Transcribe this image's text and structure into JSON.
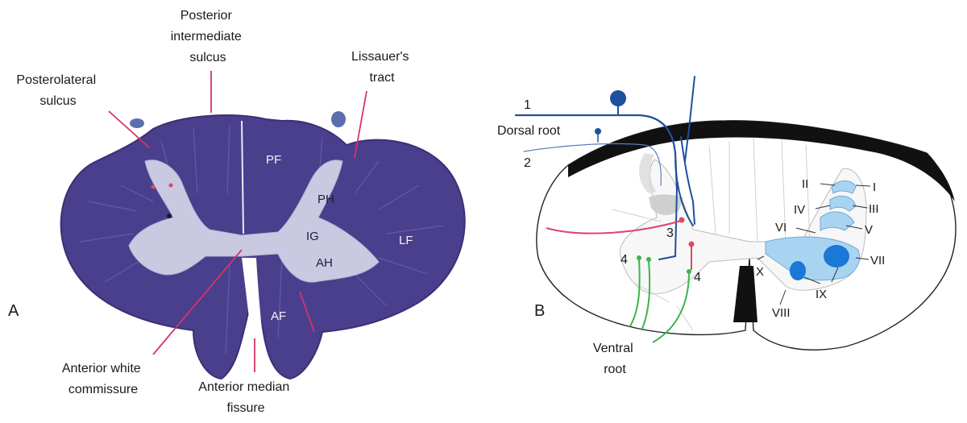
{
  "panel_a": {
    "letter": "A",
    "labels": {
      "posterolateral_sulcus": [
        "Posterolateral",
        "sulcus"
      ],
      "posterior_intermediate_sulcus": [
        "Posterior",
        "intermediate",
        "sulcus"
      ],
      "lissauers_tract": [
        "Lissauer's",
        "tract"
      ],
      "anterior_white_commissure": [
        "Anterior white",
        "commissure"
      ],
      "anterior_median_fissure": [
        "Anterior median",
        "fissure"
      ]
    },
    "regions": {
      "pf": "PF",
      "ph": "PH",
      "ig": "IG",
      "ah": "AH",
      "lf": "LF",
      "af": "AF"
    },
    "colors": {
      "tissue": "#4a3f8c",
      "gray_matter": "#c9c9e2",
      "leader": "#d6336c"
    }
  },
  "panel_b": {
    "letter": "B",
    "root_labels": {
      "one": "1",
      "two": "2",
      "dorsal_root": "Dorsal root",
      "ventral_root": [
        "Ventral",
        "root"
      ]
    },
    "neuron_labels": {
      "three": "3",
      "four_left": "4",
      "four_right": "4"
    },
    "laminae": {
      "i": "I",
      "ii": "II",
      "iii": "III",
      "iv": "IV",
      "v": "V",
      "vi": "VI",
      "vii": "VII",
      "viii": "VIII",
      "ix": "IX",
      "x": "X"
    },
    "colors": {
      "afferent": "#1f4f9e",
      "interneuron": "#e0446a",
      "motor": "#3cb54a",
      "lamina_fill": "#a8d4f2",
      "motor_nucleus": "#1a78d6"
    }
  }
}
